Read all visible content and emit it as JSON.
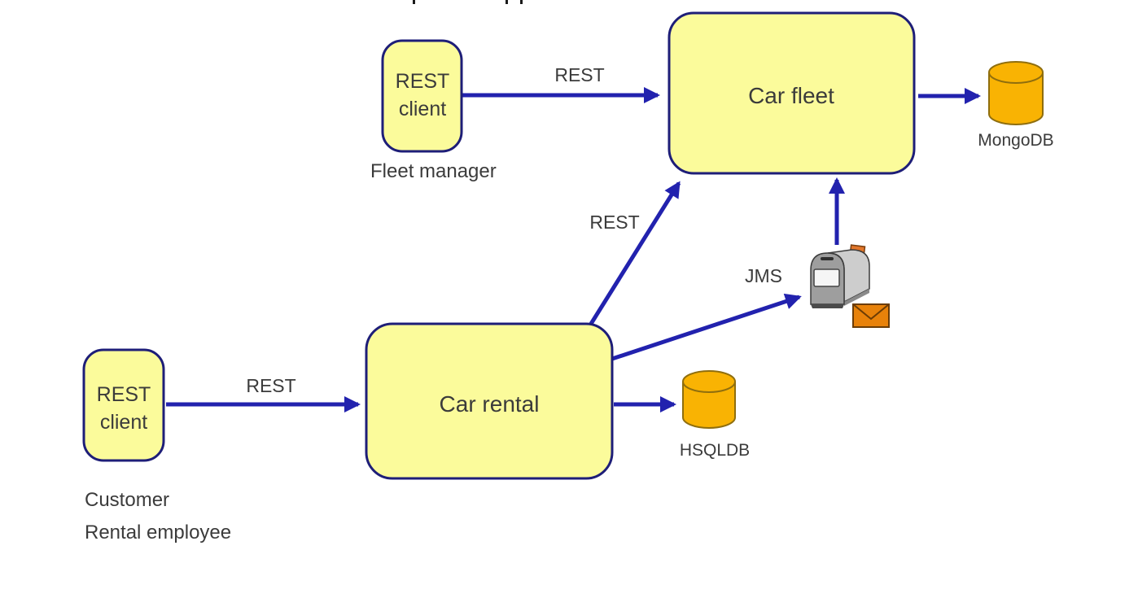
{
  "diagram": {
    "background": "#FFFFFF",
    "cropped_title": {
      "note": "title line cut off by top edge of screenshot; only three letter-descender marks visible",
      "fragment_marks_x": [
        507,
        621,
        639
      ]
    },
    "nodes": {
      "fleet_client": {
        "line1": "REST",
        "line2": "client",
        "caption": "Fleet manager"
      },
      "car_fleet": {
        "label": "Car fleet"
      },
      "car_rental": {
        "label": "Car rental"
      },
      "customer_client": {
        "line1": "REST",
        "line2": "client",
        "captions": [
          "Customer",
          "Rental employee"
        ]
      }
    },
    "datastores": {
      "mongodb": {
        "label": "MongoDB"
      },
      "hsqldb": {
        "label": "HSQLDB"
      }
    },
    "edges": {
      "fleet_client_to_car_fleet": {
        "label": "REST"
      },
      "customer_client_to_car_rental": {
        "label": "REST"
      },
      "car_rental_to_car_fleet": {
        "label": "REST"
      },
      "car_rental_to_mailbox": {
        "label": "JMS"
      },
      "car_fleet_to_mongodb": {
        "label": ""
      },
      "car_rental_to_hsqldb": {
        "label": ""
      },
      "mailbox_to_car_fleet": {
        "label": ""
      }
    },
    "icons": {
      "mailbox": "jms-message-queue-mailbox",
      "envelope": "message-envelope"
    },
    "colors": {
      "node_fill": "#FBFB9B",
      "node_border": "#1E1E78",
      "arrow": "#2222AE",
      "cylinder_fill": "#F9B303",
      "cylinder_border": "#8F6E0E",
      "label_text": "#3B3B3B",
      "envelope_fill": "#E8820A",
      "envelope_border": "#6B3C05",
      "mailbox_body": "#CDCDCD",
      "mailbox_front": "#9E9E9E",
      "flag_orange": "#E2762A"
    }
  }
}
